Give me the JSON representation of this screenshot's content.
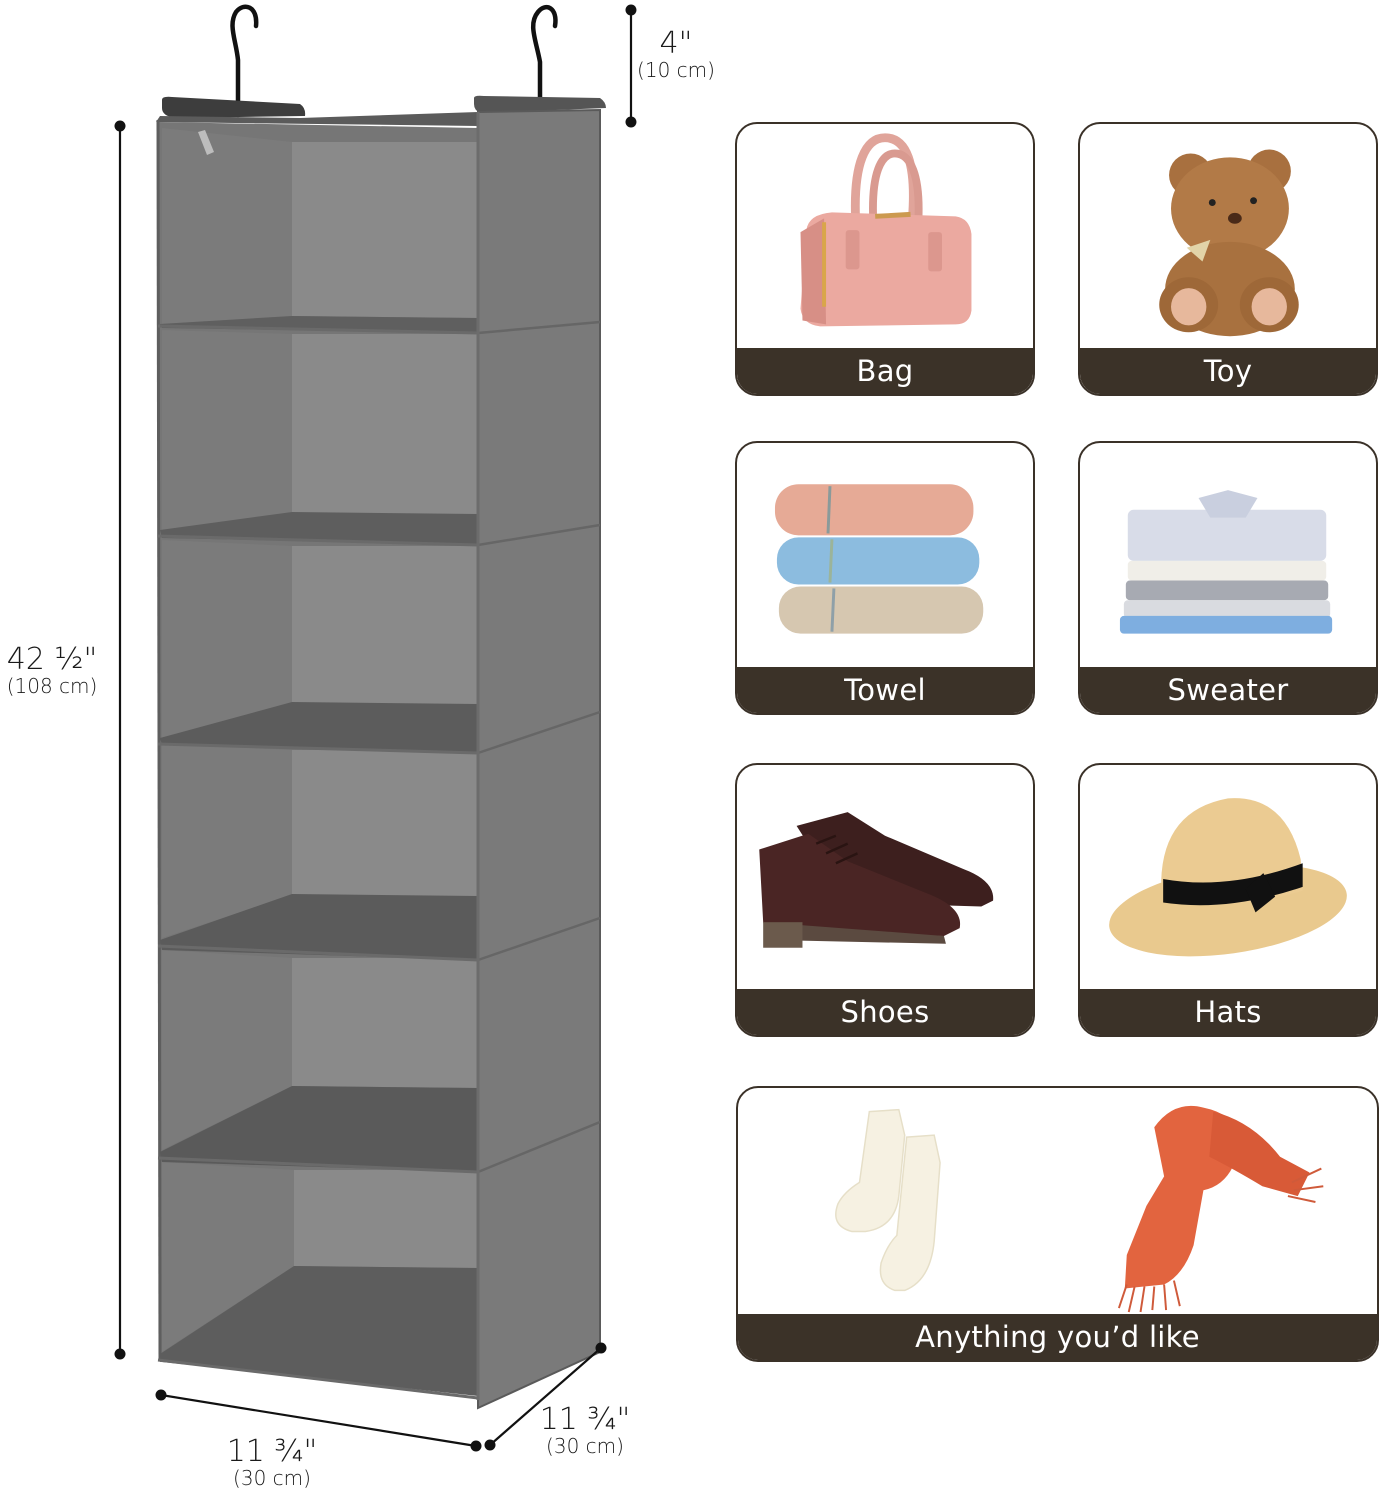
{
  "product": {
    "name": "Hanging closet organizer",
    "color": "#6f6f6f",
    "shelves": 6
  },
  "dimensions": {
    "height": {
      "imperial": "42 ½\"",
      "metric": "(108 cm)"
    },
    "hanger_drop": {
      "imperial": "4\"",
      "metric": "(10 cm)"
    },
    "width": {
      "imperial": "11 ¾\"",
      "metric": "(30 cm)"
    },
    "depth": {
      "imperial": "11 ¾\"",
      "metric": "(30 cm)"
    }
  },
  "colors": {
    "label_bar": "#3b3228",
    "card_border": "#3a3128",
    "label_text": "#ffffff",
    "dimension_line": "#111111"
  },
  "cards": [
    {
      "label": "Bag",
      "icon": "handbag-icon"
    },
    {
      "label": "Toy",
      "icon": "teddy-bear-icon"
    },
    {
      "label": "Towel",
      "icon": "towel-stack-icon"
    },
    {
      "label": "Sweater",
      "icon": "folded-shirts-icon"
    },
    {
      "label": "Shoes",
      "icon": "leather-shoes-icon"
    },
    {
      "label": "Hats",
      "icon": "straw-hat-icon"
    }
  ],
  "wide_card": {
    "label": "Anything you’d like",
    "icons": [
      "socks-icon",
      "scarf-icon"
    ]
  }
}
